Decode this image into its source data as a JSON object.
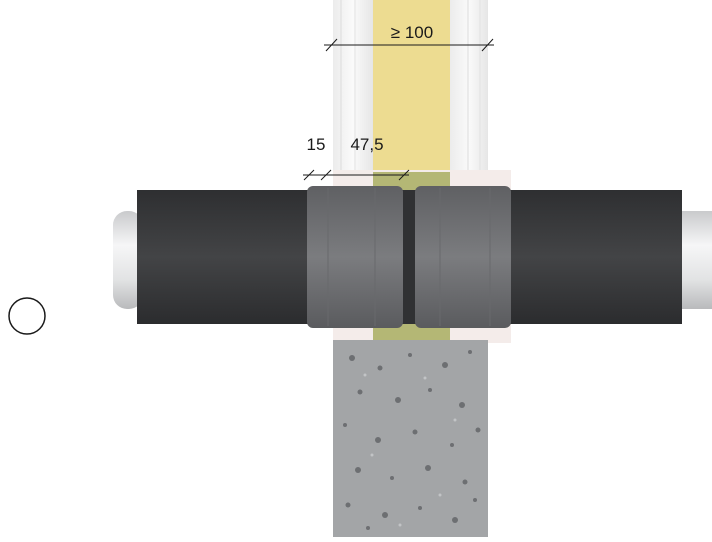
{
  "dimensions": {
    "wall_thickness": "≥ 100",
    "collar_offset": "15",
    "collar_depth": "47,5"
  },
  "colors": {
    "insulation": "#ecd98a",
    "pipe_insulation": "#3c3d3f",
    "collar": "#727376",
    "steel_pipe": "#e9eaeb",
    "concrete": "#a3a5a7",
    "board": "#f3f3f3",
    "sealant": "#b4b775"
  }
}
